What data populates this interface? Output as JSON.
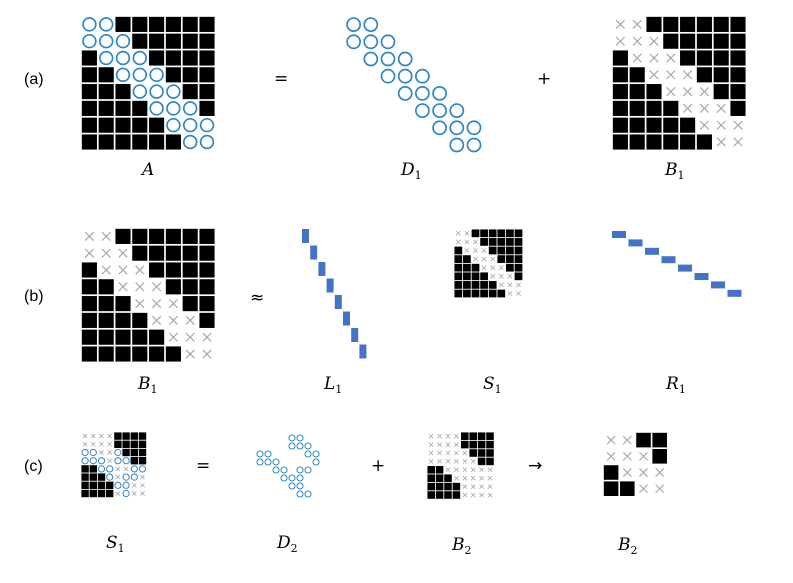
{
  "colors": {
    "filled": "#000000",
    "circle": "#2e86c8",
    "cross": "#a6a6a6",
    "bar": "#4472c4",
    "background": "#ffffff"
  },
  "rows": [
    {
      "id": "a",
      "label": "(a)",
      "operators": [
        "=",
        "+"
      ],
      "matrices": [
        {
          "id": "A",
          "name": "A",
          "sub": "",
          "kind": "A8"
        },
        {
          "id": "D1",
          "name": "D",
          "sub": "1",
          "kind": "D8"
        },
        {
          "id": "B1a",
          "name": "B",
          "sub": "1",
          "kind": "B8"
        }
      ]
    },
    {
      "id": "b",
      "label": "(b)",
      "operators": [
        "≈"
      ],
      "matrices": [
        {
          "id": "B1b",
          "name": "B",
          "sub": "1",
          "kind": "B8"
        },
        {
          "id": "L1",
          "name": "L",
          "sub": "1",
          "kind": "Lbars"
        },
        {
          "id": "S1b",
          "name": "S",
          "sub": "1",
          "kind": "S8"
        },
        {
          "id": "R1",
          "name": "R",
          "sub": "1",
          "kind": "Rbars"
        }
      ]
    },
    {
      "id": "c",
      "label": "(c)",
      "operators": [
        "=",
        "+",
        "→"
      ],
      "matrices": [
        {
          "id": "S1c",
          "name": "S",
          "sub": "1",
          "kind": "S1full"
        },
        {
          "id": "D2",
          "name": "D",
          "sub": "2",
          "kind": "D2"
        },
        {
          "id": "B2",
          "name": "B",
          "sub": "2",
          "kind": "B2"
        },
        {
          "id": "B2s",
          "name": "B",
          "sub": "2",
          "kind": "B2small"
        }
      ]
    }
  ]
}
